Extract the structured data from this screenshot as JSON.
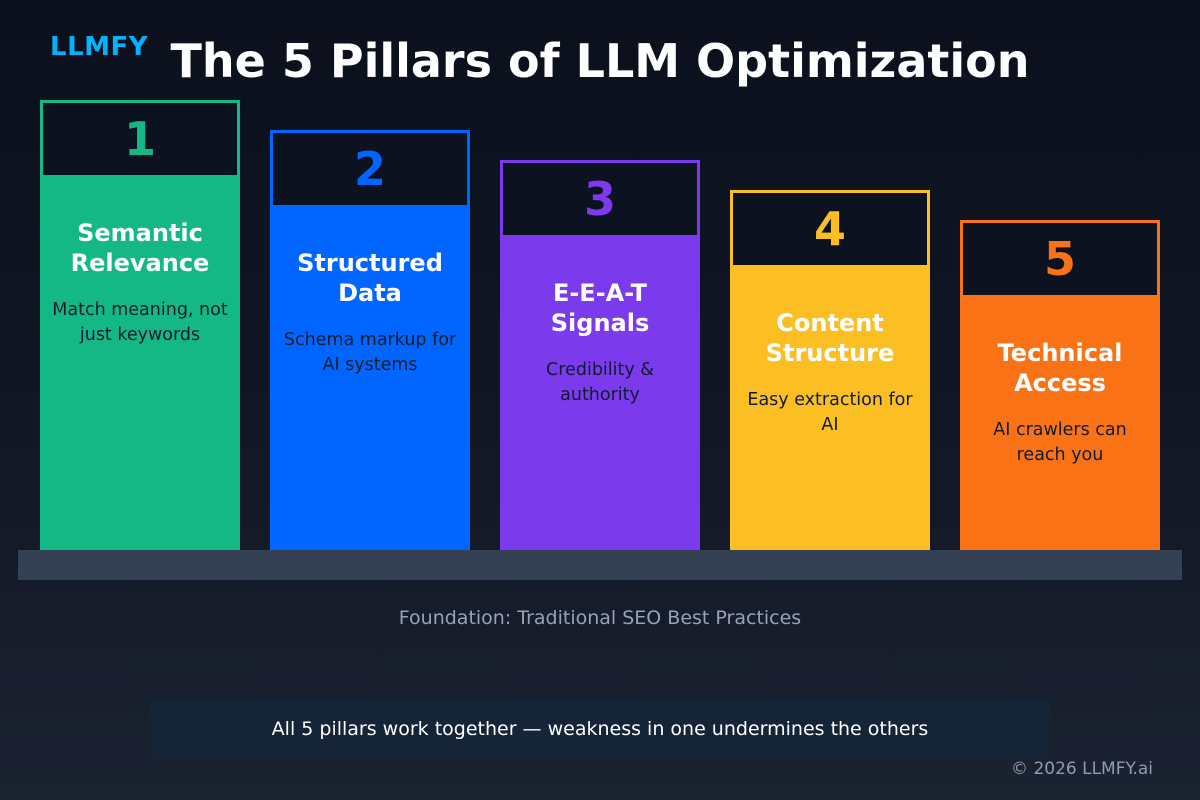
{
  "header": {
    "logo": "LLMFY",
    "title": "The 5 Pillars of LLM Optimization"
  },
  "pillars": [
    {
      "number": "1",
      "title": "Semantic Relevance",
      "subtitle": "Match meaning, not just keywords",
      "color": "#14b885"
    },
    {
      "number": "2",
      "title": "Structured Data",
      "subtitle": "Schema markup for AI systems",
      "color": "#0066ff"
    },
    {
      "number": "3",
      "title": "E-E-A-T Signals",
      "subtitle": "Credibility & authority",
      "color": "#7c3aed"
    },
    {
      "number": "4",
      "title": "Content Structure",
      "subtitle": "Easy extraction for AI",
      "color": "#fbbf24"
    },
    {
      "number": "5",
      "title": "Technical Access",
      "subtitle": "AI crawlers can reach you",
      "color": "#f97316"
    }
  ],
  "foundation": {
    "label": "Foundation: Traditional SEO Best Practices",
    "bar_color": "#344155"
  },
  "footer": {
    "note": "All 5 pillars work together — weakness in one undermines the others",
    "copyright": "© 2026 LLMFY.ai"
  },
  "colors": {
    "background_top": "#0b101c",
    "background_bottom": "#1b2231",
    "logo": "#00b3ff",
    "title_text": "#ffffff",
    "pillar_header_fill": "#0c1220",
    "subtitle_text": "#101c2e",
    "foundation_label_text": "#94a3b8",
    "footer_note_fill": "#162438"
  }
}
